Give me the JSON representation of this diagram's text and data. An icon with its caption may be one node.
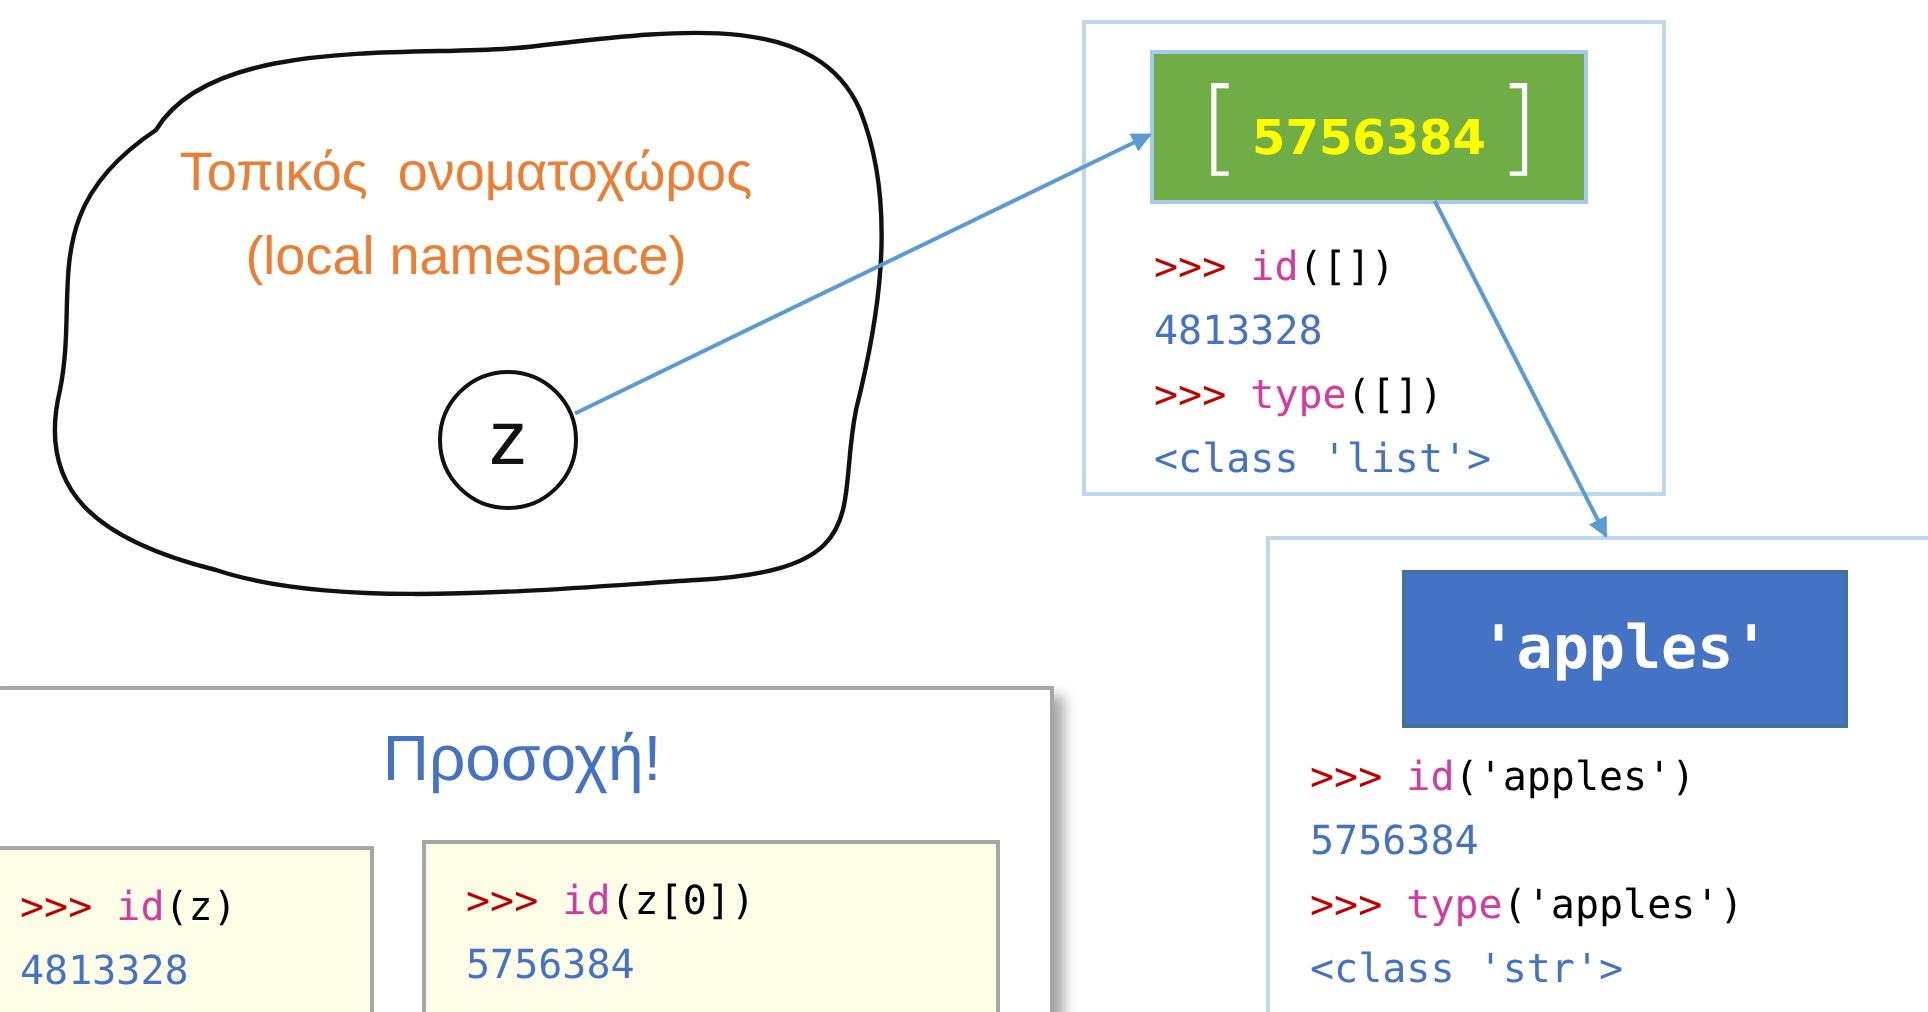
{
  "diagram": {
    "nodes": [
      {
        "text": [
          "Τοπικός  ονοματοχώρος",
          "(local namespace)"
        ]
      },
      {
        "text": [
          "z"
        ],
        "in": 0
      },
      {
        "text": [
          ">>> id([])",
          "4813328",
          ">>> type([])",
          "<class 'list'>"
        ]
      },
      {
        "text": [
          "[5756384]"
        ],
        "in": 2
      },
      {
        "text": [
          ">>> id('apples')",
          "5756384",
          ">>> type('apples')",
          "<class 'str'>"
        ]
      },
      {
        "text": [
          "'apples'"
        ],
        "in": 4
      },
      {
        "text": [
          "Προσοχή!"
        ]
      },
      {
        "text": [
          ">>> id(z)",
          "4813328"
        ],
        "in": 6
      },
      {
        "text": [
          ">>> id(z[0])",
          "5756384"
        ],
        "in": 6
      }
    ],
    "edges": [
      {
        "from": 1,
        "to": 3,
        "arrow": "to"
      },
      {
        "from": 3,
        "to": 4,
        "arrow": "to"
      }
    ]
  }
}
